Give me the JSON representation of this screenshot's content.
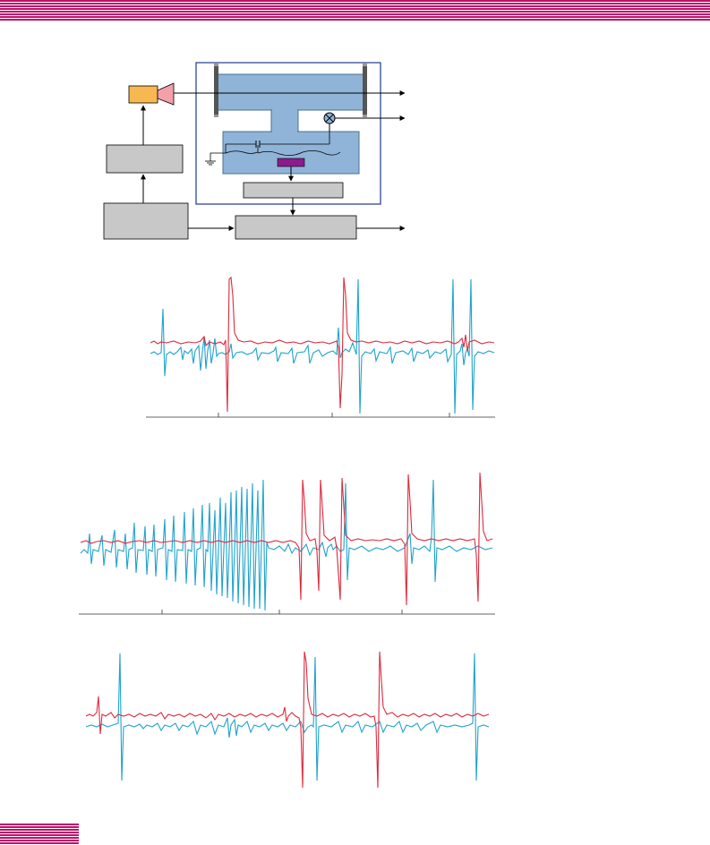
{
  "diagram": {
    "colors": {
      "chamber_fill": "#8fb4d8",
      "chamber_stroke": "#4a6f93",
      "source_fill": "#f8b850",
      "horn_fill": "#f3a0a8",
      "gray_box_fill": "#c8c8c8",
      "purple_block": "#8c1c8c",
      "frame_stroke": "#1e3a8a",
      "line": "#000000"
    },
    "blocks": [
      "source",
      "horn",
      "upper-box",
      "lower-box",
      "center-box",
      "chamber-box",
      "chamber-pipe",
      "chamber-upper",
      "chamber-lower",
      "sample",
      "lens-left",
      "lens-right",
      "valve"
    ]
  },
  "traces": {
    "colors": {
      "red": "#dc2a3c",
      "blue": "#1fa2cc"
    },
    "panels": [
      {
        "id": "panel-1",
        "red_spikes": 3,
        "blue_spikes": 4
      },
      {
        "id": "panel-2",
        "red_spikes": 5,
        "blue_spikes": 26
      },
      {
        "id": "panel-3",
        "red_spikes": 4,
        "blue_spikes": 3
      }
    ]
  }
}
